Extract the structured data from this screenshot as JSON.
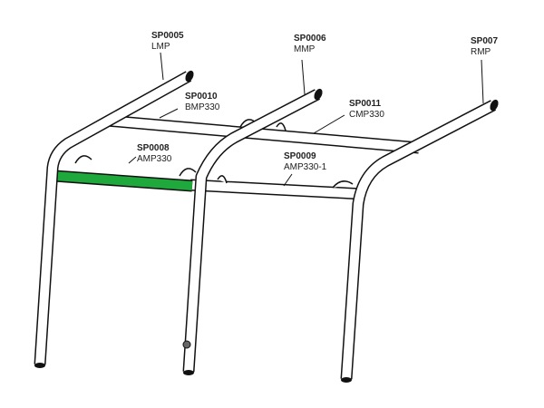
{
  "parts": [
    {
      "id": "SP0005",
      "name": "LMP"
    },
    {
      "id": "SP0006",
      "name": "MMP"
    },
    {
      "id": "SP007",
      "name": "RMP"
    },
    {
      "id": "SP0010",
      "name": "BMP330"
    },
    {
      "id": "SP0011",
      "name": "CMP330"
    },
    {
      "id": "SP0008",
      "name": "AMP330"
    },
    {
      "id": "SP0009",
      "name": "AMP330-1"
    }
  ],
  "colors": {
    "highlight": "#1fa83c",
    "outline": "#111111"
  }
}
